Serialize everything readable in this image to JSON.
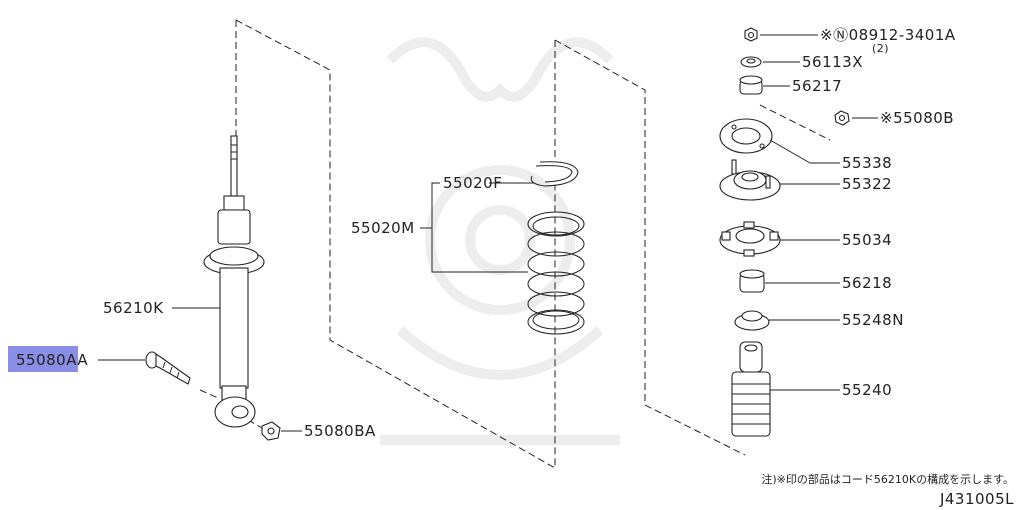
{
  "labels": {
    "p08912": "※Ⓝ08912-3401A",
    "p08912_qty": "(2)",
    "p56113": "56113X",
    "p56217": "56217",
    "p55080b": "※55080B",
    "p55338": "55338",
    "p55322": "55322",
    "p55034": "55034",
    "p56218": "56218",
    "p55248": "55248N",
    "p55240": "55240",
    "p55020f": "55020F",
    "p55020m": "55020M",
    "p56210k": "56210K",
    "p55080aa": "55080AA",
    "p55080ba": "55080BA"
  },
  "highlight_color": "#8a8ee6",
  "note": "注)※印の部品はコード56210Kの構成を示します。",
  "diagram_code": "J431005L"
}
